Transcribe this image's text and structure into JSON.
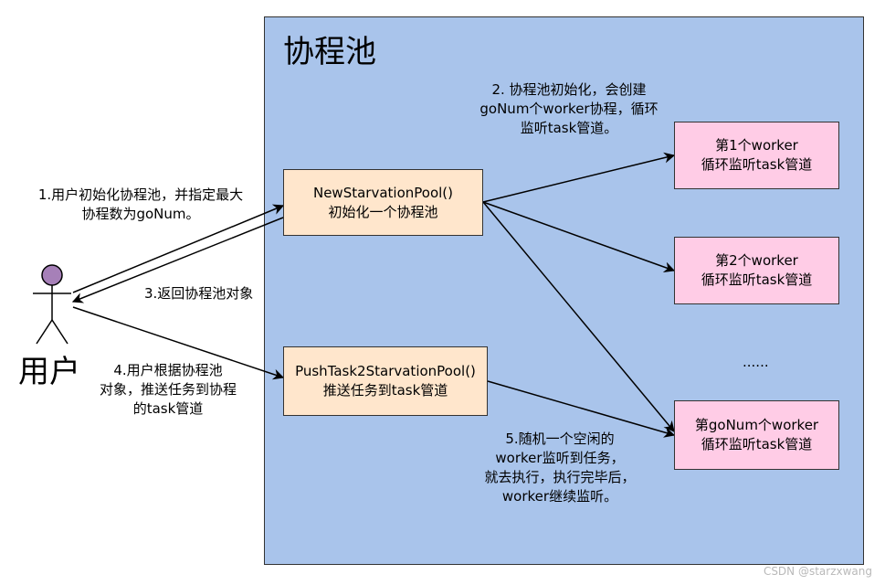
{
  "pool": {
    "title": "协程池"
  },
  "user": {
    "label": "用户"
  },
  "boxes": {
    "new_pool": {
      "line1": "NewStarvationPool()",
      "line2": "初始化一个协程池"
    },
    "push_task": {
      "line1": "PushTask2StarvationPool()",
      "line2": "推送任务到task管道"
    },
    "worker1": {
      "line1": "第1个worker",
      "line2": "循环监听task管道"
    },
    "worker2": {
      "line1": "第2个worker",
      "line2": "循环监听task管道"
    },
    "worker_n": {
      "line1": "第goNum个worker",
      "line2": "循环监听task管道"
    }
  },
  "ellipsis": "......",
  "labels": {
    "step1": [
      "1.用户初始化协程池，并指定最大",
      "协程数为goNum。"
    ],
    "step2": [
      "2. 协程池初始化，会创建",
      "goNum个worker协程，循环",
      "监听task管道。"
    ],
    "step3": [
      "3.返回协程池对象"
    ],
    "step4": [
      "4.用户根据协程池",
      "对象，推送任务到协程",
      "的task管道"
    ],
    "step5": [
      "5.随机一个空闲的",
      "worker监听到任务，",
      "就去执行，执行完毕后，",
      "worker继续监听。"
    ]
  },
  "colors": {
    "pool_bg": "#a9c4eb",
    "process_box": "#ffe6cc",
    "worker_box": "#ffcce6",
    "user_head": "#a680b8"
  },
  "watermark": "CSDN @starzxwang"
}
